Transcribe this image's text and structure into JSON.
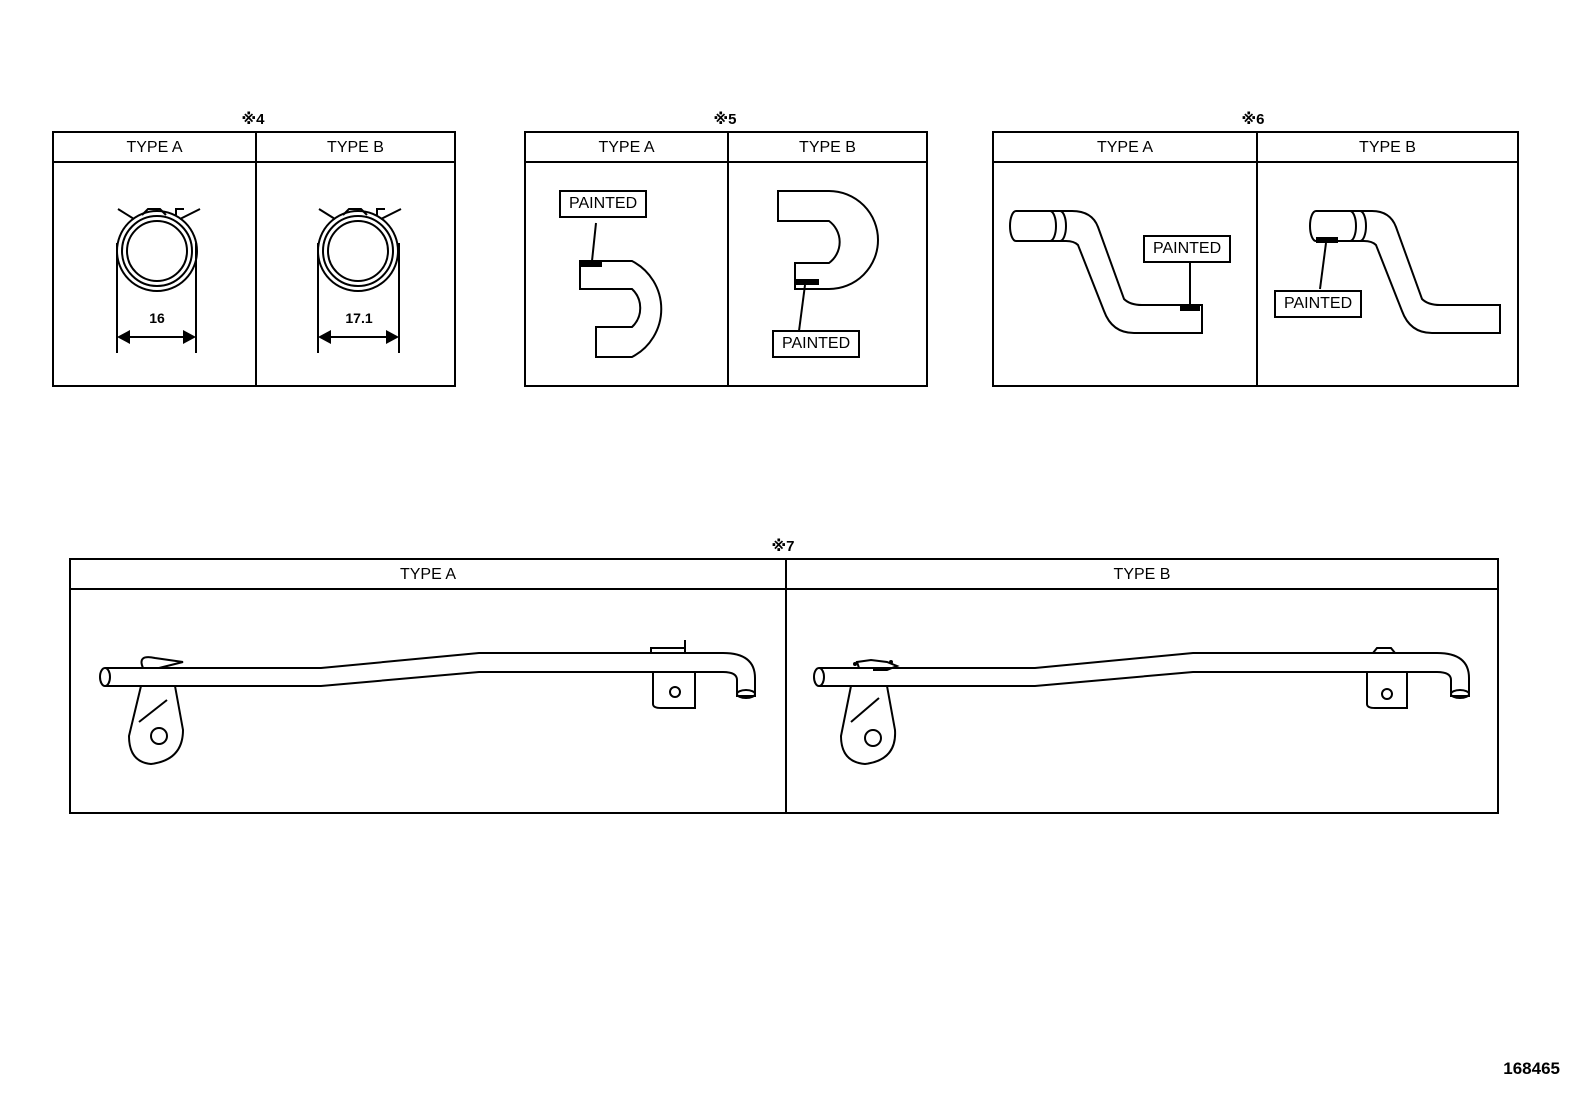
{
  "groups": [
    {
      "mark": "※4",
      "type_a": {
        "label": "TYPE A",
        "dimension": "16"
      },
      "type_b": {
        "label": "TYPE B",
        "dimension": "17.1"
      }
    },
    {
      "mark": "※5",
      "type_a": {
        "label": "TYPE A",
        "callout": "PAINTED"
      },
      "type_b": {
        "label": "TYPE B",
        "callout": "PAINTED"
      }
    },
    {
      "mark": "※6",
      "type_a": {
        "label": "TYPE A",
        "callout": "PAINTED"
      },
      "type_b": {
        "label": "TYPE B",
        "callout": "PAINTED"
      }
    },
    {
      "mark": "※7",
      "type_a": {
        "label": "TYPE A"
      },
      "type_b": {
        "label": "TYPE B"
      }
    }
  ],
  "figure_id": "168465"
}
